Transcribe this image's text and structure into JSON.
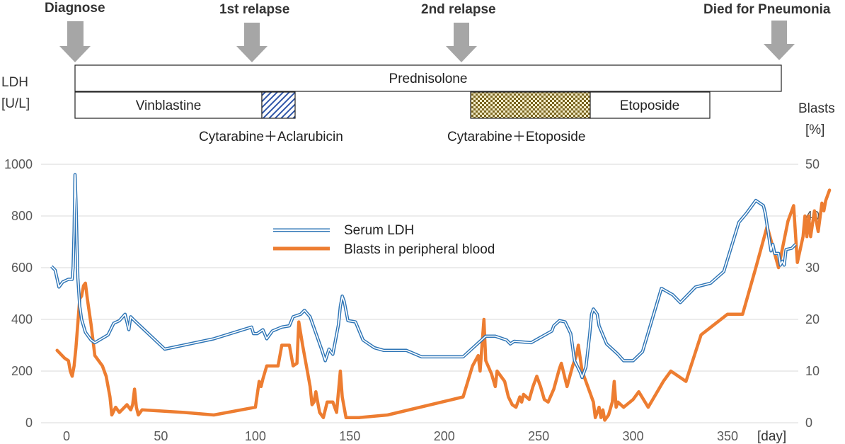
{
  "events": [
    "Diagnose",
    "1st relapse",
    "2nd relapse",
    "Died for Pneumonia"
  ],
  "treatments": {
    "prednisolone": "Prednisolone",
    "vinblastine": "Vinblastine",
    "etoposide": "Etoposide",
    "cytarabine_aclarubicin": "Cytarabine＋Aclarubicin",
    "cytarabine_etoposide": "Cytarabine＋Etoposide"
  },
  "axes": {
    "left_unit": [
      "LDH",
      "[U/L]"
    ],
    "right_unit": [
      "Blasts",
      "[%]"
    ],
    "x_unit": "[day]"
  },
  "colors": {
    "ldh": "#2e75b6",
    "blasts": "#ed7d31",
    "arrow": "#a6a6a6",
    "grid": "#d9d9d9"
  },
  "chart_data": {
    "type": "line",
    "xlabel": "[day]",
    "ylabel": "LDH [U/L]",
    "y2label": "Blasts [%]",
    "xlim": [
      -10,
      380
    ],
    "ylim": [
      0,
      1000
    ],
    "y2lim": [
      0,
      50
    ],
    "xticks": [
      0,
      50,
      100,
      150,
      200,
      250,
      300,
      350
    ],
    "yticks": [
      0,
      200,
      400,
      600,
      800,
      1000
    ],
    "y2ticks": [
      0,
      10,
      20,
      30,
      40,
      50
    ],
    "grid": true,
    "legend_position": "center",
    "series": [
      {
        "name": "Serum LDH",
        "axis": "left",
        "style": "double-line",
        "points": [
          [
            -8,
            605
          ],
          [
            -6,
            590
          ],
          [
            -4,
            525
          ],
          [
            -2,
            545
          ],
          [
            1,
            555
          ],
          [
            3,
            555
          ],
          [
            3.5,
            600
          ],
          [
            4,
            740
          ],
          [
            4.5,
            960
          ],
          [
            5,
            860
          ],
          [
            6,
            560
          ],
          [
            7,
            450
          ],
          [
            8,
            400
          ],
          [
            10,
            350
          ],
          [
            13,
            320
          ],
          [
            15,
            310
          ],
          [
            22,
            340
          ],
          [
            25,
            385
          ],
          [
            28,
            395
          ],
          [
            31,
            420
          ],
          [
            33,
            360
          ],
          [
            34,
            410
          ],
          [
            36,
            395
          ],
          [
            52,
            285
          ],
          [
            78,
            325
          ],
          [
            98,
            370
          ],
          [
            99,
            345
          ],
          [
            101,
            345
          ],
          [
            104,
            360
          ],
          [
            106,
            325
          ],
          [
            109,
            355
          ],
          [
            114,
            370
          ],
          [
            118,
            375
          ],
          [
            120,
            410
          ],
          [
            124,
            420
          ],
          [
            126,
            435
          ],
          [
            129,
            410
          ],
          [
            135,
            285
          ],
          [
            137,
            240
          ],
          [
            139,
            285
          ],
          [
            141,
            265
          ],
          [
            144,
            380
          ],
          [
            145,
            450
          ],
          [
            146,
            490
          ],
          [
            147,
            470
          ],
          [
            149,
            395
          ],
          [
            153,
            390
          ],
          [
            157,
            320
          ],
          [
            163,
            290
          ],
          [
            168,
            280
          ],
          [
            180,
            280
          ],
          [
            188,
            255
          ],
          [
            210,
            255
          ],
          [
            222,
            335
          ],
          [
            227,
            335
          ],
          [
            233,
            320
          ],
          [
            235,
            305
          ],
          [
            237,
            315
          ],
          [
            246,
            310
          ],
          [
            257,
            355
          ],
          [
            258,
            375
          ],
          [
            261,
            395
          ],
          [
            264,
            390
          ],
          [
            267,
            345
          ],
          [
            269,
            240
          ],
          [
            272,
            195
          ],
          [
            273,
            175
          ],
          [
            275,
            215
          ],
          [
            277,
            340
          ],
          [
            278,
            420
          ],
          [
            279,
            440
          ],
          [
            281,
            420
          ],
          [
            282,
            375
          ],
          [
            286,
            305
          ],
          [
            292,
            265
          ],
          [
            295,
            240
          ],
          [
            300,
            240
          ],
          [
            305,
            275
          ],
          [
            315,
            520
          ],
          [
            321,
            495
          ],
          [
            325,
            465
          ],
          [
            333,
            525
          ],
          [
            341,
            540
          ],
          [
            348,
            585
          ],
          [
            356,
            775
          ],
          [
            360,
            810
          ],
          [
            365,
            860
          ],
          [
            369,
            840
          ],
          [
            370,
            810
          ],
          [
            373,
            665
          ],
          [
            374,
            690
          ],
          [
            375,
            655
          ],
          [
            377,
            655
          ],
          [
            378,
            610
          ],
          [
            379,
            625
          ],
          [
            380,
            610
          ],
          [
            381,
            670
          ],
          [
            384,
            675
          ],
          [
            386,
            690
          ]
        ]
      },
      {
        "name": "Blasts in peripheral blood",
        "axis": "right",
        "style": "thick-line",
        "points": [
          [
            -5,
            14
          ],
          [
            -1,
            12.5
          ],
          [
            1,
            12
          ],
          [
            2,
            10
          ],
          [
            3,
            9
          ],
          [
            4,
            11
          ],
          [
            5,
            14.5
          ],
          [
            7,
            24
          ],
          [
            8,
            24.5
          ],
          [
            9,
            26.5
          ],
          [
            10,
            27
          ],
          [
            11,
            24
          ],
          [
            13,
            19
          ],
          [
            15,
            13
          ],
          [
            19,
            11
          ],
          [
            21,
            9
          ],
          [
            23,
            5
          ],
          [
            24,
            1.5
          ],
          [
            26,
            3
          ],
          [
            28,
            2
          ],
          [
            32,
            3.5
          ],
          [
            34,
            2.5
          ],
          [
            35,
            3.5
          ],
          [
            36,
            6.5
          ],
          [
            37,
            3
          ],
          [
            38,
            1.5
          ],
          [
            40,
            2.5
          ],
          [
            62,
            2
          ],
          [
            78,
            1.5
          ],
          [
            100,
            3
          ],
          [
            102,
            8
          ],
          [
            103,
            7
          ],
          [
            104,
            8.5
          ],
          [
            106,
            11
          ],
          [
            108,
            11
          ],
          [
            112,
            11
          ],
          [
            114,
            15
          ],
          [
            118,
            15
          ],
          [
            120,
            11
          ],
          [
            122,
            11.5
          ],
          [
            123,
            19.5
          ],
          [
            125,
            15
          ],
          [
            128,
            9
          ],
          [
            129,
            7
          ],
          [
            130,
            3.5
          ],
          [
            131,
            4
          ],
          [
            132,
            6
          ],
          [
            133,
            4
          ],
          [
            134,
            2
          ],
          [
            136,
            1
          ],
          [
            138,
            4
          ],
          [
            141,
            4
          ],
          [
            143,
            2
          ],
          [
            145,
            10
          ],
          [
            146,
            5
          ],
          [
            148,
            1
          ],
          [
            155,
            1
          ],
          [
            170,
            1.5
          ],
          [
            210,
            5
          ],
          [
            215,
            11
          ],
          [
            218,
            13
          ],
          [
            219,
            10
          ],
          [
            221,
            20
          ],
          [
            222,
            12
          ],
          [
            225,
            9.5
          ],
          [
            227,
            7
          ],
          [
            228,
            10
          ],
          [
            232,
            8
          ],
          [
            234,
            5
          ],
          [
            236,
            3.5
          ],
          [
            238,
            3
          ],
          [
            240,
            5
          ],
          [
            241,
            4
          ],
          [
            242,
            5.5
          ],
          [
            245,
            4.5
          ],
          [
            247,
            7
          ],
          [
            249,
            9
          ],
          [
            251,
            7
          ],
          [
            253,
            4.5
          ],
          [
            255,
            4
          ],
          [
            258,
            6.5
          ],
          [
            261,
            10.5
          ],
          [
            262,
            11.5
          ],
          [
            265,
            7
          ],
          [
            268,
            11
          ],
          [
            270,
            13
          ],
          [
            271,
            15
          ],
          [
            273,
            10
          ],
          [
            275,
            8
          ],
          [
            277,
            6
          ],
          [
            279,
            4
          ],
          [
            280,
            1
          ],
          [
            282,
            3
          ],
          [
            283,
            1
          ],
          [
            284,
            2.5
          ],
          [
            285,
            0.5
          ],
          [
            287,
            1.5
          ],
          [
            289,
            4
          ],
          [
            290,
            8
          ],
          [
            291,
            3
          ],
          [
            292,
            4
          ],
          [
            295,
            3
          ],
          [
            300,
            4.5
          ],
          [
            303,
            6
          ],
          [
            308,
            3
          ],
          [
            312,
            5.5
          ],
          [
            316,
            8
          ],
          [
            320,
            10
          ],
          [
            328,
            8
          ],
          [
            336,
            17
          ],
          [
            350,
            21
          ],
          [
            358,
            21
          ],
          [
            365,
            30
          ],
          [
            371,
            38
          ],
          [
            377,
            30
          ],
          [
            382,
            39
          ],
          [
            385,
            42
          ],
          [
            387,
            31
          ],
          [
            390,
            36
          ],
          [
            391,
            40
          ],
          [
            392,
            36
          ],
          [
            393,
            40
          ],
          [
            394,
            36
          ],
          [
            396,
            41
          ],
          [
            398,
            37
          ],
          [
            400,
            42.5
          ],
          [
            401,
            41
          ],
          [
            402,
            43
          ],
          [
            404,
            45
          ]
        ]
      }
    ]
  }
}
